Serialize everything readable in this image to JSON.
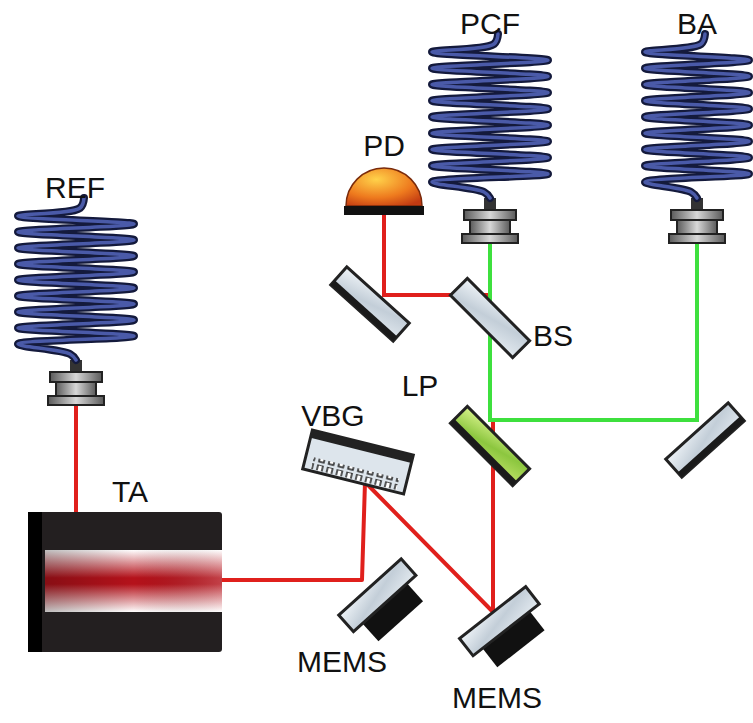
{
  "diagram": {
    "labels": [
      "PCF",
      "BA",
      "PD",
      "REF",
      "BS",
      "LP",
      "TA",
      "VBG",
      "MEMS",
      "MEMS"
    ]
  }
}
